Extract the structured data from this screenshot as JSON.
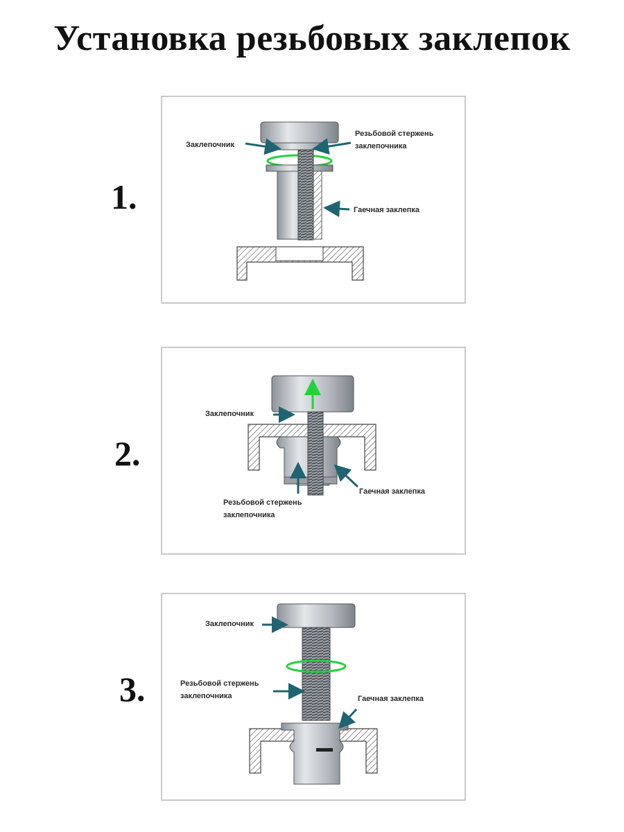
{
  "title": "Установка резьбовых заклепок",
  "colors": {
    "arrow": "#1f6470",
    "rotation": "#22d23c",
    "metal": "#b9bec4",
    "frame": "#c9c9c9"
  },
  "steps": [
    {
      "number": "1.",
      "labels": {
        "riveter": "Заклепочник",
        "rod_line1": "Резьбовой стержень",
        "rod_line2": "заклепочника",
        "nut": "Гаечная заклепка"
      }
    },
    {
      "number": "2.",
      "labels": {
        "riveter": "Заклепочник",
        "rod_line1": "Резьбовой стержень",
        "rod_line2": "заклепочника",
        "nut": "Гаечная заклепка"
      }
    },
    {
      "number": "3.",
      "labels": {
        "riveter": "Заклепочник",
        "rod_line1": "Резьбовой стержень",
        "rod_line2": "заклепочника",
        "nut": "Гаечная заклепка"
      }
    }
  ]
}
